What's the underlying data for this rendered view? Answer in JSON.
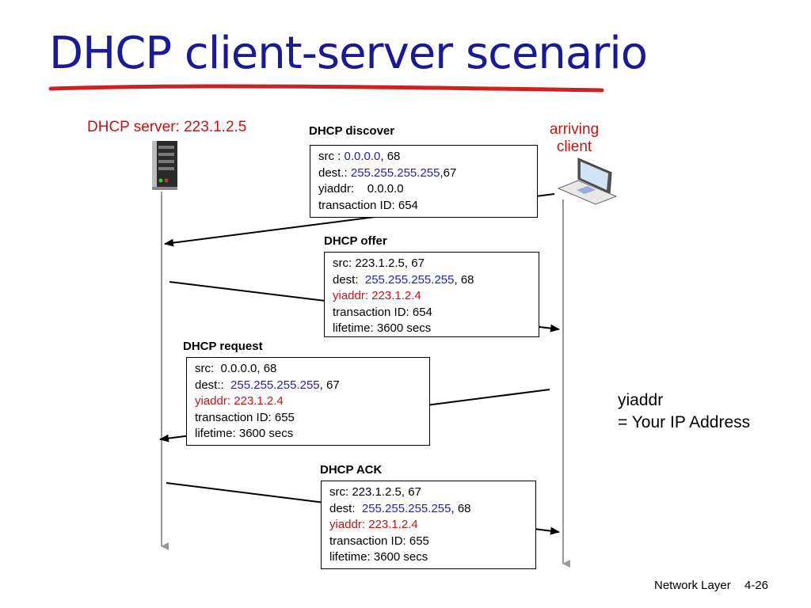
{
  "slide": {
    "title": "DHCP client-server scenario",
    "footer": "Network Layer",
    "page_number": "4-26"
  },
  "server": {
    "label": "DHCP server: 223.1.2.5"
  },
  "client": {
    "label_line1": "arriving",
    "label_line2": "client"
  },
  "note": {
    "line1": "yiaddr",
    "line2": "= Your IP Address"
  },
  "messages": {
    "discover": {
      "title": "DHCP discover",
      "src_prefix": "src : ",
      "src_ip": "0.0.0.0",
      "src_port": ", 68",
      "dest_prefix": "dest.: ",
      "dest_ip": "255.255.255.255",
      "dest_port": ",67",
      "yiaddr": "yiaddr:    0.0.0.0",
      "transaction": "transaction ID: 654"
    },
    "offer": {
      "title": "DHCP offer",
      "src": "src: 223.1.2.5, 67",
      "dest_prefix": "dest:  ",
      "dest_ip": "255.255.255.255",
      "dest_port": ", 68",
      "yiaddr": "yiaddr: 223.1.2.4",
      "transaction": "transaction ID: 654",
      "lifetime": "lifetime: 3600 secs"
    },
    "request": {
      "title": "DHCP request",
      "src": "src:  0.0.0.0, 68",
      "dest_prefix": "dest::  ",
      "dest_ip": "255.255.255.255",
      "dest_port": ", 67",
      "yiaddr": "yiaddr: 223.1.2.4",
      "transaction": "transaction ID: 655",
      "lifetime": "lifetime: 3600 secs"
    },
    "ack": {
      "title": "DHCP ACK",
      "src": "src: 223.1.2.5, 67",
      "dest_prefix": "dest:  ",
      "dest_ip": "255.255.255.255",
      "dest_port": ", 68",
      "yiaddr": "yiaddr: 223.1.2.4",
      "transaction": "transaction ID: 655",
      "lifetime": "lifetime: 3600 secs"
    }
  },
  "colors": {
    "title": "#1a1a99",
    "title_underline": "#cc2222",
    "highlight_blue": "#2222bb",
    "highlight_red": "#cc1111",
    "timeline": "#999999"
  }
}
